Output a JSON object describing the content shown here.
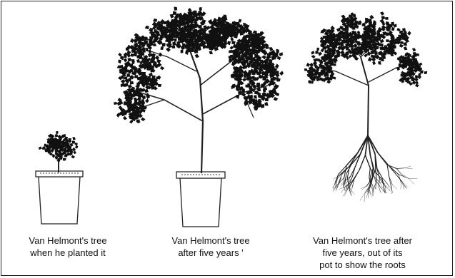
{
  "figure": {
    "panels": [
      {
        "id": "planted",
        "icon": "small-potted-tree-icon",
        "caption_lines": [
          "Van Helmont's tree",
          "when he planted it"
        ]
      },
      {
        "id": "five-years",
        "icon": "large-potted-tree-icon",
        "caption_lines": [
          "Van Helmont's tree",
          "after five years '"
        ]
      },
      {
        "id": "roots",
        "icon": "uprooted-tree-with-roots-icon",
        "caption_lines": [
          "Van Helmont's tree after",
          "five years, out of its",
          "pot to show the roots"
        ]
      }
    ],
    "colors": {
      "ink": "#111111",
      "background": "#ffffff"
    }
  }
}
